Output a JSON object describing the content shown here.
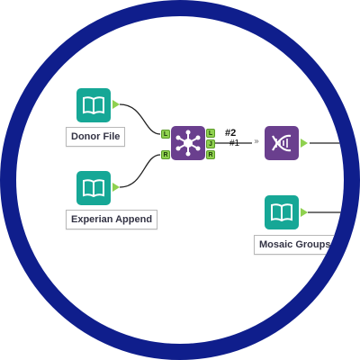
{
  "canvas": {
    "ring_color": "#0f1e8c",
    "tools": [
      {
        "name": "donor-file",
        "label": "Donor File",
        "icon": "book-icon"
      },
      {
        "name": "experian-append",
        "label": "Experian Append",
        "icon": "book-icon"
      },
      {
        "name": "join-tool",
        "icon": "join-icon"
      },
      {
        "name": "dna-tool",
        "icon": "dna-icon"
      },
      {
        "name": "mosaic-groups",
        "label": "Mosaic Groups",
        "icon": "book-icon"
      }
    ],
    "join_anchors": {
      "left_in": "L",
      "right_in": "R",
      "left_out": "L",
      "join_out": "J",
      "right_out": "R"
    },
    "stream_labels": {
      "top": "#2",
      "bottom": "#1"
    }
  }
}
